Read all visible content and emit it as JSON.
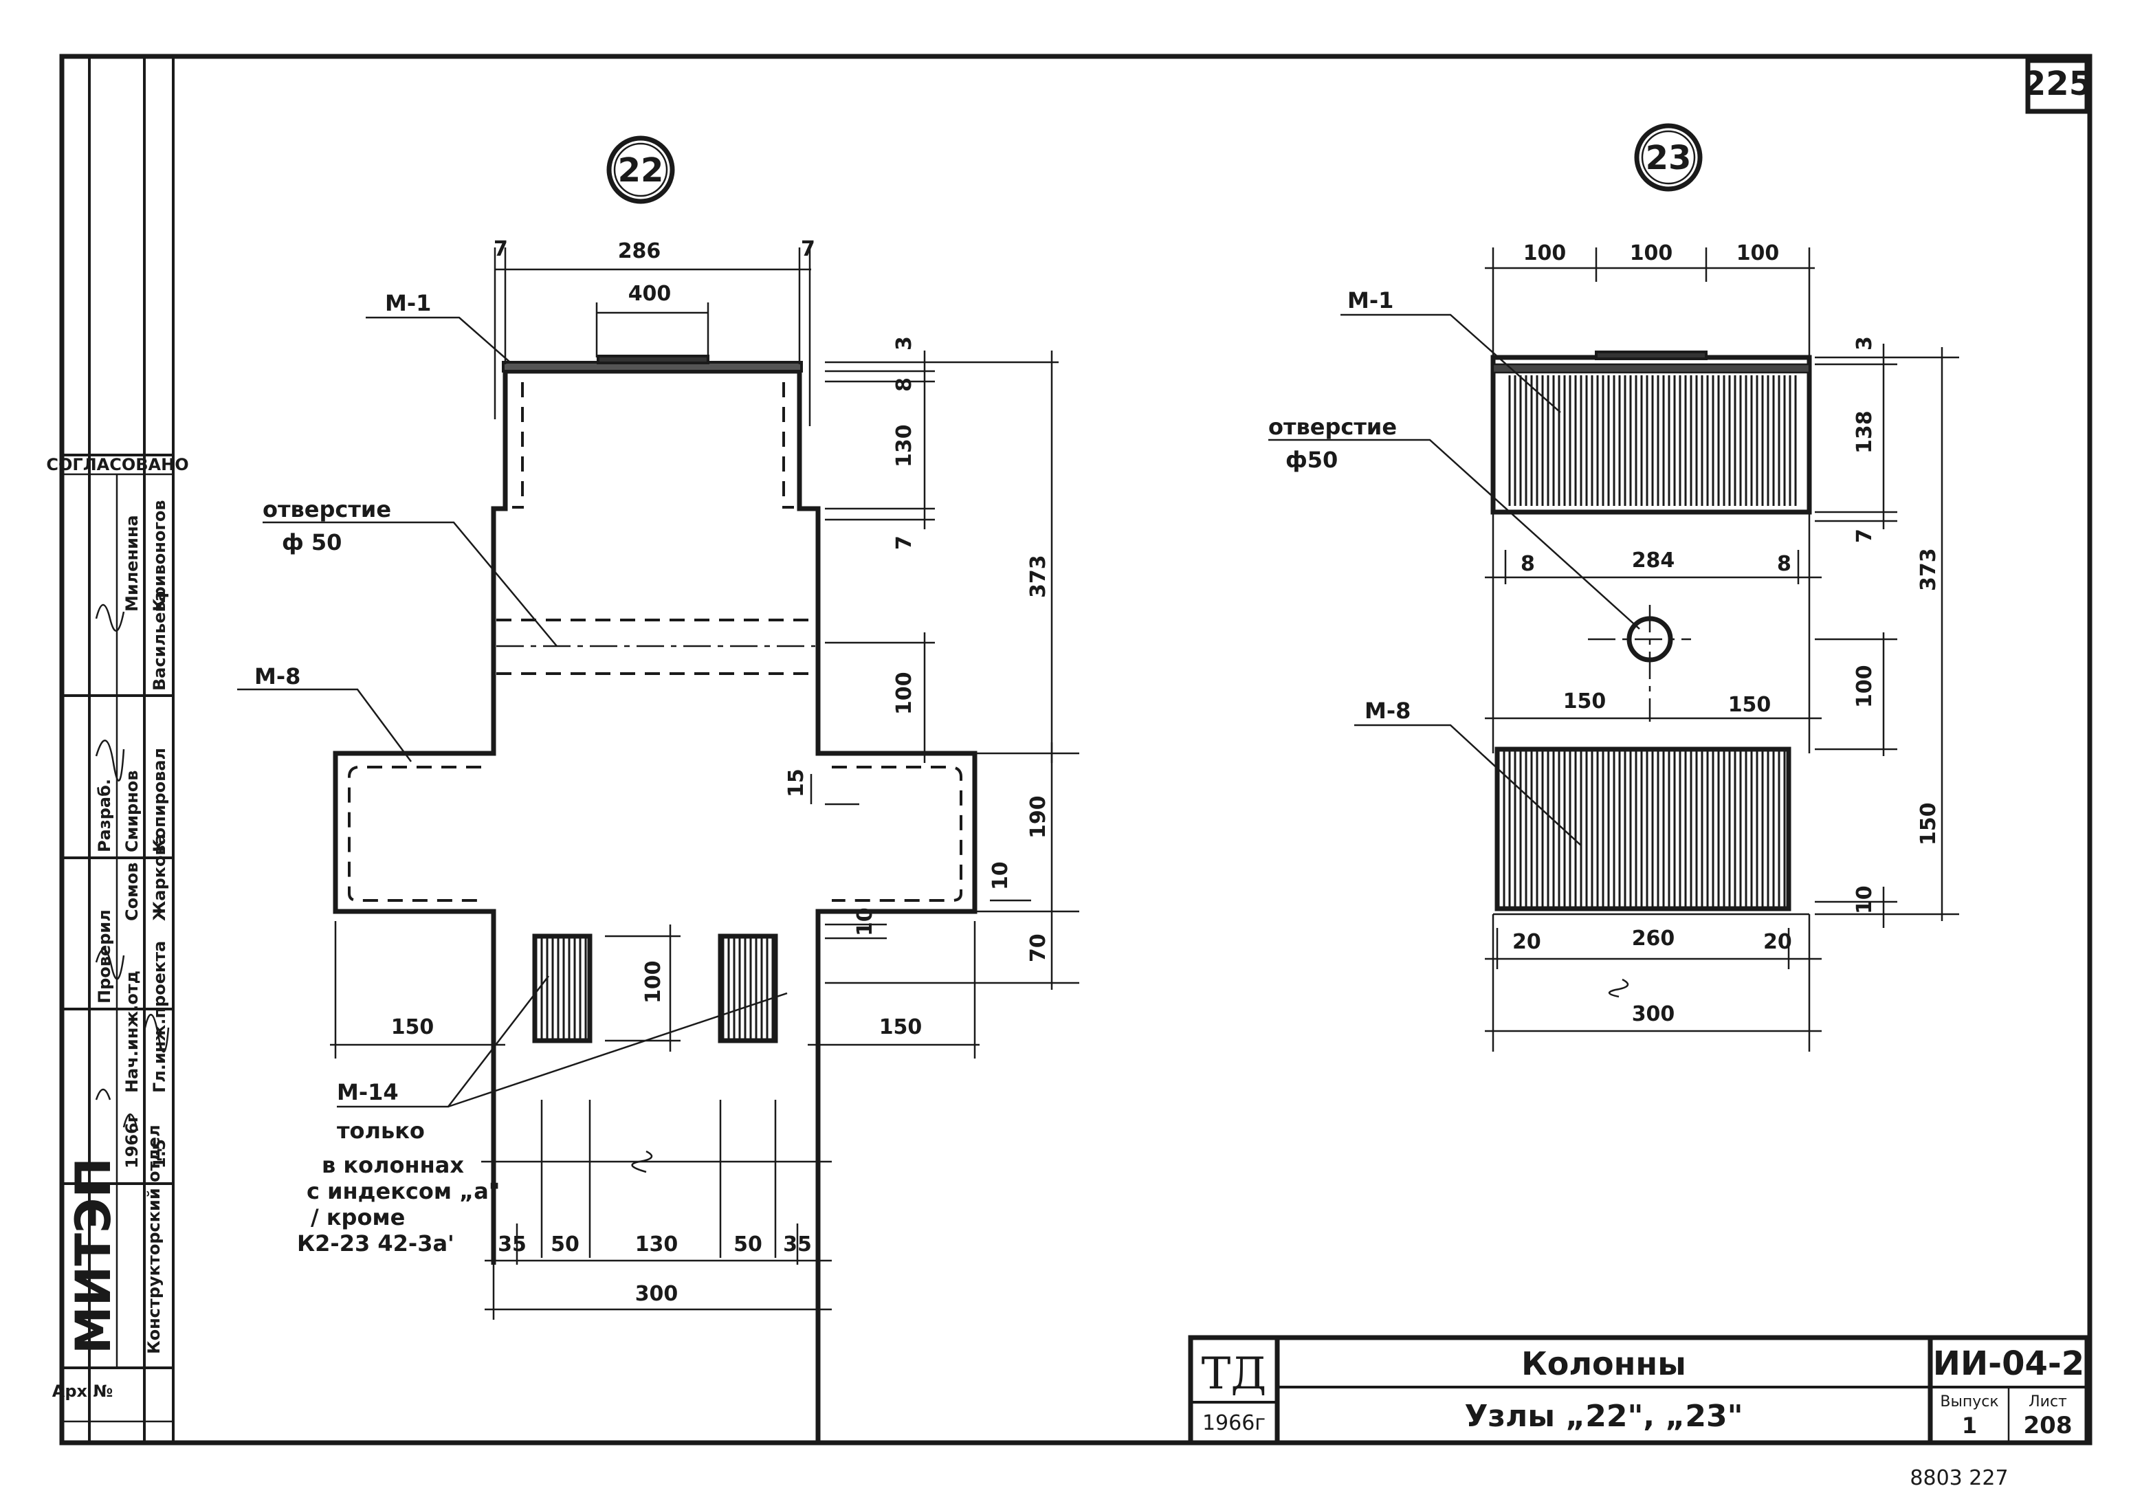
{
  "sheet": {
    "page_number": "225",
    "title_block": {
      "org": "ТД",
      "year": "1966г",
      "title": "Колонны",
      "subtitle": "Узлы „22\", „23\"",
      "series": "ИИ-04-2",
      "issue_label": "Выпуск",
      "issue_value": "1",
      "sheet_label": "Лист",
      "sheet_value": "208",
      "bottom_note": "8803 227"
    },
    "side_stamp": {
      "org": "МИТЭП",
      "dept": "Конструкторский отдел",
      "approval": "СОГЛАСОВАНО",
      "names": [
        "Миленина",
        "Кривоногов",
        "Васильева",
        "Смирнов",
        "Сомов",
        "Жаркова",
        "Копировал"
      ],
      "roles": [
        "Разраб.",
        "Проверил",
        "Нач.инж.отд",
        "Гл.инж.проекта"
      ],
      "year": "1966г",
      "scale": "1:5",
      "arch_no": "Арх №"
    }
  },
  "node22": {
    "label": "22",
    "dims": {
      "top_left": "7",
      "top_total": "286",
      "top_right": "7",
      "plate": "400",
      "v_3": "3",
      "v_8": "8",
      "v_130": "130",
      "v_7": "7",
      "v_373": "373",
      "v_100": "100",
      "v_15": "15",
      "v_190": "190",
      "v_10a": "10",
      "v_10b": "10",
      "v_70": "70",
      "v_100b": "100",
      "h_150_left": "150",
      "h_150_right": "150",
      "b_35a": "35",
      "b_50a": "50",
      "b_130": "130",
      "b_50b": "50",
      "b_35b": "35",
      "b_300": "300"
    },
    "labels": {
      "m1": "М-1",
      "hole": "отверстие",
      "hole_d": "ф 50",
      "m8": "М-8",
      "m14": "М-14",
      "note_1": "только",
      "note_2": "в колоннах",
      "note_3": "с индексом „а\"",
      "note_4": "/ кроме",
      "note_5": "К2-23 42-3а'"
    }
  },
  "node23": {
    "label": "23",
    "dims": {
      "top_a": "100",
      "top_b": "100",
      "top_c": "100",
      "v_3": "3",
      "v_138": "138",
      "v_7": "7",
      "v_373": "373",
      "h_8a": "8",
      "h_284": "284",
      "h_8b": "8",
      "v_100": "100",
      "h_150a": "150",
      "h_150b": "150",
      "v_150": "150",
      "v_10": "10",
      "b_20a": "20",
      "b_260": "260",
      "b_20b": "20",
      "b_300": "300"
    },
    "labels": {
      "m1": "М-1",
      "hole": "отверстие",
      "hole_d": "ф50",
      "m8": "М-8"
    }
  }
}
